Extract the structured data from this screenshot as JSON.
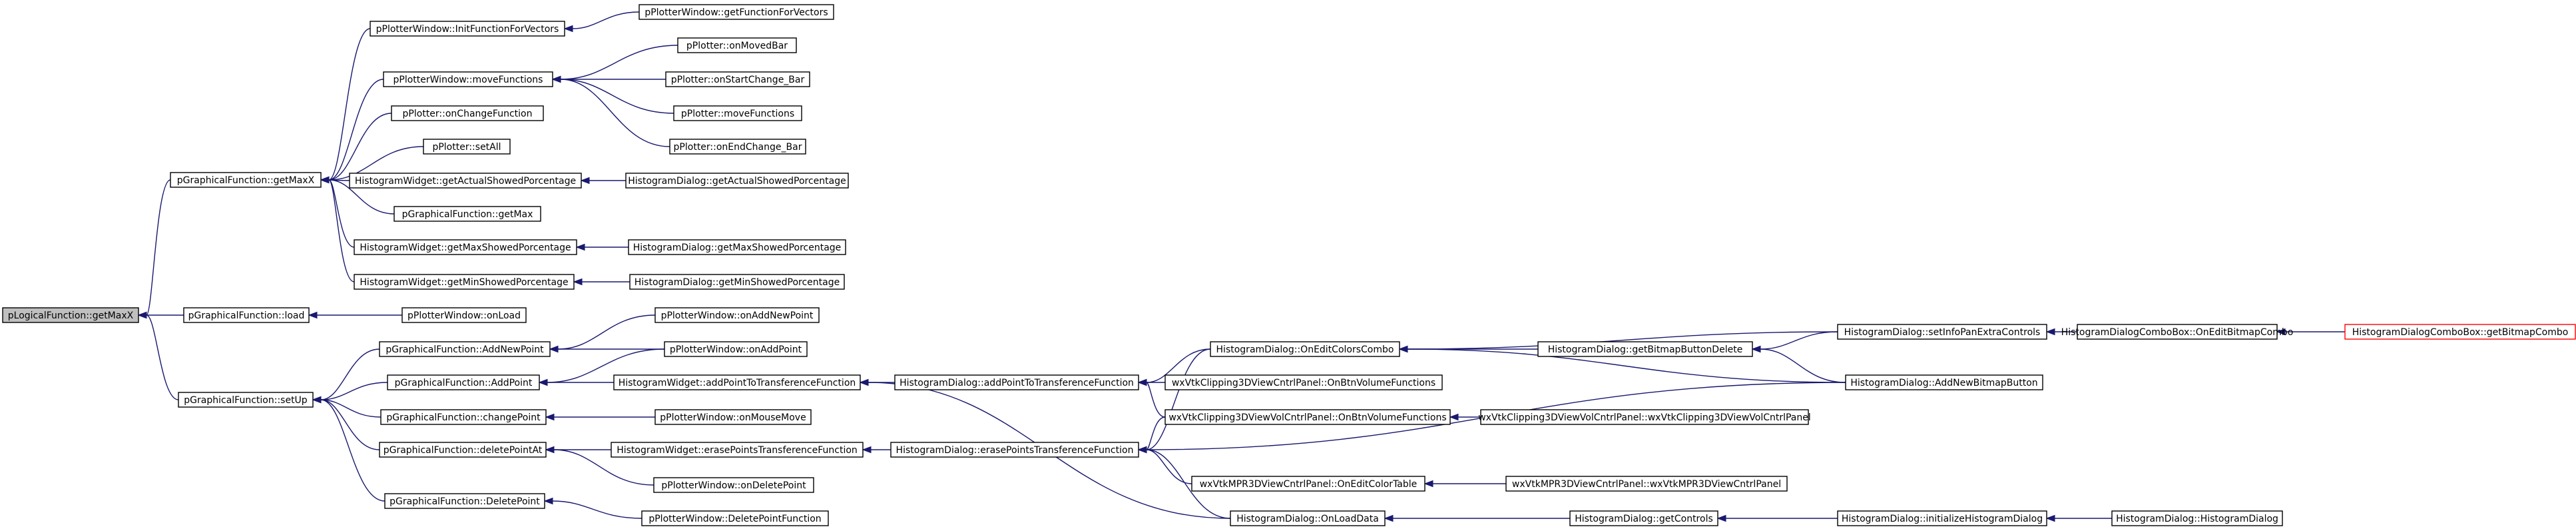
{
  "diagram": {
    "colors": {
      "edge": "#191970",
      "node_border": "#000000",
      "root_fill": "#bfbfbf",
      "highlight_border": "#ff0000",
      "background": "#ffffff"
    },
    "nodes": [
      {
        "id": "n0",
        "label": "pLogicalFunction::getMaxX",
        "root": true
      },
      {
        "id": "n1",
        "label": "pGraphicalFunction::getMaxX"
      },
      {
        "id": "n2",
        "label": "pGraphicalFunction::load"
      },
      {
        "id": "n3",
        "label": "pGraphicalFunction::setUp"
      },
      {
        "id": "n4",
        "label": "pPlotterWindow::InitFunctionForVectors"
      },
      {
        "id": "n5",
        "label": "pPlotterWindow::moveFunctions"
      },
      {
        "id": "n6",
        "label": "pPlotter::onChangeFunction"
      },
      {
        "id": "n7",
        "label": "pPlotter::setAll"
      },
      {
        "id": "n8",
        "label": "HistogramWidget::getActualShowedPorcentage"
      },
      {
        "id": "n9",
        "label": "pGraphicalFunction::getMax"
      },
      {
        "id": "n10",
        "label": "HistogramWidget::getMaxShowedPorcentage"
      },
      {
        "id": "n11",
        "label": "HistogramWidget::getMinShowedPorcentage"
      },
      {
        "id": "n12",
        "label": "pPlotterWindow::onLoad"
      },
      {
        "id": "n13",
        "label": "pGraphicalFunction::AddNewPoint"
      },
      {
        "id": "n14",
        "label": "pGraphicalFunction::AddPoint"
      },
      {
        "id": "n15",
        "label": "pGraphicalFunction::changePoint"
      },
      {
        "id": "n16",
        "label": "pGraphicalFunction::deletePointAt"
      },
      {
        "id": "n17",
        "label": "pGraphicalFunction::DeletePoint"
      },
      {
        "id": "n18",
        "label": "pPlotterWindow::getFunctionForVectors"
      },
      {
        "id": "n19",
        "label": "pPlotter::onMovedBar"
      },
      {
        "id": "n20",
        "label": "pPlotter::onStartChange_Bar"
      },
      {
        "id": "n21",
        "label": "pPlotter::moveFunctions"
      },
      {
        "id": "n22",
        "label": "pPlotter::onEndChange_Bar"
      },
      {
        "id": "n23",
        "label": "HistogramDialog::getActualShowedPorcentage"
      },
      {
        "id": "n24",
        "label": "HistogramDialog::getMaxShowedPorcentage"
      },
      {
        "id": "n25",
        "label": "HistogramDialog::getMinShowedPorcentage"
      },
      {
        "id": "n26",
        "label": "pPlotterWindow::onAddNewPoint"
      },
      {
        "id": "n27",
        "label": "pPlotterWindow::onAddPoint"
      },
      {
        "id": "n28",
        "label": "HistogramWidget::addPointToTransferenceFunction"
      },
      {
        "id": "n29",
        "label": "pPlotterWindow::onMouseMove"
      },
      {
        "id": "n30",
        "label": "HistogramWidget::erasePointsTransferenceFunction"
      },
      {
        "id": "n31",
        "label": "pPlotterWindow::onDeletePoint"
      },
      {
        "id": "n32",
        "label": "pPlotterWindow::DeletePointFunction"
      },
      {
        "id": "n33",
        "label": "HistogramDialog::addPointToTransferenceFunction"
      },
      {
        "id": "n34",
        "label": "HistogramDialog::erasePointsTransferenceFunction"
      },
      {
        "id": "n35",
        "label": "HistogramDialog::OnEditColorsCombo"
      },
      {
        "id": "n36",
        "label": "wxVtkClipping3DViewCntrlPanel::OnBtnVolumeFunctions"
      },
      {
        "id": "n37",
        "label": "wxVtkClipping3DViewVolCntrlPanel::OnBtnVolumeFunctions"
      },
      {
        "id": "n38",
        "label": "wxVtkMPR3DViewCntrlPanel::OnEditColorTable"
      },
      {
        "id": "n39",
        "label": "HistogramDialog::OnLoadData"
      },
      {
        "id": "n40",
        "label": "HistogramDialog::getBitmapButtonDelete"
      },
      {
        "id": "n41",
        "label": "wxVtkClipping3DViewVolCntrlPanel::wxVtkClipping3DViewVolCntrlPanel"
      },
      {
        "id": "n42",
        "label": "wxVtkMPR3DViewCntrlPanel::wxVtkMPR3DViewCntrlPanel"
      },
      {
        "id": "n43",
        "label": "HistogramDialog::getControls"
      },
      {
        "id": "n44",
        "label": "HistogramDialog::setInfoPanExtraControls"
      },
      {
        "id": "n45",
        "label": "HistogramDialog::AddNewBitmapButton"
      },
      {
        "id": "n46",
        "label": "HistogramDialog::initializeHistogramDialog"
      },
      {
        "id": "n47",
        "label": "HistogramDialogComboBox::OnEditBitmapCombo"
      },
      {
        "id": "n48",
        "label": "HistogramDialog::HistogramDialog"
      },
      {
        "id": "n49",
        "label": "HistogramDialogComboBox::getBitmapCombo",
        "highlight": true
      }
    ],
    "edges": [
      [
        "n1",
        "n0"
      ],
      [
        "n2",
        "n0"
      ],
      [
        "n3",
        "n0"
      ],
      [
        "n4",
        "n1"
      ],
      [
        "n5",
        "n1"
      ],
      [
        "n6",
        "n1"
      ],
      [
        "n7",
        "n1"
      ],
      [
        "n8",
        "n1"
      ],
      [
        "n9",
        "n1"
      ],
      [
        "n10",
        "n1"
      ],
      [
        "n11",
        "n1"
      ],
      [
        "n12",
        "n2"
      ],
      [
        "n13",
        "n3"
      ],
      [
        "n14",
        "n3"
      ],
      [
        "n15",
        "n3"
      ],
      [
        "n16",
        "n3"
      ],
      [
        "n17",
        "n3"
      ],
      [
        "n18",
        "n4"
      ],
      [
        "n19",
        "n5"
      ],
      [
        "n20",
        "n5"
      ],
      [
        "n21",
        "n5"
      ],
      [
        "n22",
        "n5"
      ],
      [
        "n23",
        "n8"
      ],
      [
        "n24",
        "n10"
      ],
      [
        "n25",
        "n11"
      ],
      [
        "n26",
        "n13"
      ],
      [
        "n27",
        "n13"
      ],
      [
        "n27",
        "n14"
      ],
      [
        "n28",
        "n14"
      ],
      [
        "n29",
        "n15"
      ],
      [
        "n30",
        "n16"
      ],
      [
        "n31",
        "n16"
      ],
      [
        "n32",
        "n17"
      ],
      [
        "n33",
        "n28"
      ],
      [
        "n39",
        "n28"
      ],
      [
        "n34",
        "n30"
      ],
      [
        "n35",
        "n33"
      ],
      [
        "n36",
        "n33"
      ],
      [
        "n37",
        "n33"
      ],
      [
        "n35",
        "n34"
      ],
      [
        "n37",
        "n34"
      ],
      [
        "n38",
        "n34"
      ],
      [
        "n39",
        "n34"
      ],
      [
        "n45",
        "n34"
      ],
      [
        "n40",
        "n35"
      ],
      [
        "n44",
        "n35"
      ],
      [
        "n45",
        "n35"
      ],
      [
        "n41",
        "n37"
      ],
      [
        "n42",
        "n38"
      ],
      [
        "n43",
        "n39"
      ],
      [
        "n44",
        "n40"
      ],
      [
        "n45",
        "n40"
      ],
      [
        "n46",
        "n43"
      ],
      [
        "n47",
        "n44"
      ],
      [
        "n48",
        "n46"
      ],
      [
        "n49",
        "n47"
      ]
    ]
  }
}
